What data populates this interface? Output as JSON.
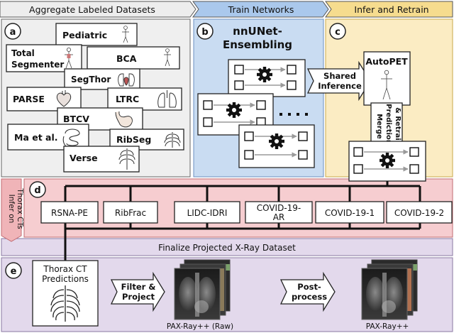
{
  "headers": {
    "aggregate": "Aggregate Labeled Datasets",
    "train": "Train Networks",
    "infer": "Infer and Retrain"
  },
  "panel_labels": {
    "a": "a",
    "b": "b",
    "c": "c",
    "d": "d",
    "e": "e"
  },
  "panel_a": {
    "datasets": {
      "pediatric": "Pediatric",
      "total_seg_line1": "Total",
      "total_seg_line2": "Segmenter",
      "bca": "BCA",
      "segthor": "SegThor",
      "parse": "PARSE",
      "ltrc": "LTRC",
      "btcv": "BTCV",
      "ma": "Ma et al.",
      "ribseg": "RibSeg",
      "verse": "Verse"
    }
  },
  "panel_b": {
    "title_line1": "nnUNet-",
    "title_line2": "Ensembling",
    "shared_line1": "Shared",
    "shared_line2": "Inference"
  },
  "panel_c": {
    "autopet": "AutoPET",
    "merge_line1": "Merge",
    "merge_line2": "Predictions",
    "merge_line3": "& Retrain"
  },
  "side_label": {
    "line1": "Infer on",
    "line2": "Thorax CTs"
  },
  "panel_d": {
    "datasets": [
      "RSNA-PE",
      "RibFrac",
      "LIDC-IDRI",
      "COVID-19-AR",
      "COVID-19-1",
      "COVID-19-2"
    ]
  },
  "finalize_banner": "Finalize Projected X-Ray Dataset",
  "panel_e": {
    "ct_line1": "Thorax CT",
    "ct_line2": "Predictions",
    "filter_line1": "Filter &",
    "filter_line2": "Project",
    "post_line1": "Post-",
    "post_line2": "process",
    "raw_caption": "PAX-Ray++ (Raw)",
    "final_caption": "PAX-Ray++"
  },
  "colors": {
    "panel_a_bg": "#efefef",
    "panel_b_bg": "#c9dcf2",
    "panel_b_header": "#aac8ec",
    "panel_c_bg": "#fbecc3",
    "panel_c_header": "#f6dc8e",
    "panel_d_bg": "#f6cdd0",
    "panel_e_bg": "#e3d9ec",
    "side_bg": "#f0b4b8"
  }
}
